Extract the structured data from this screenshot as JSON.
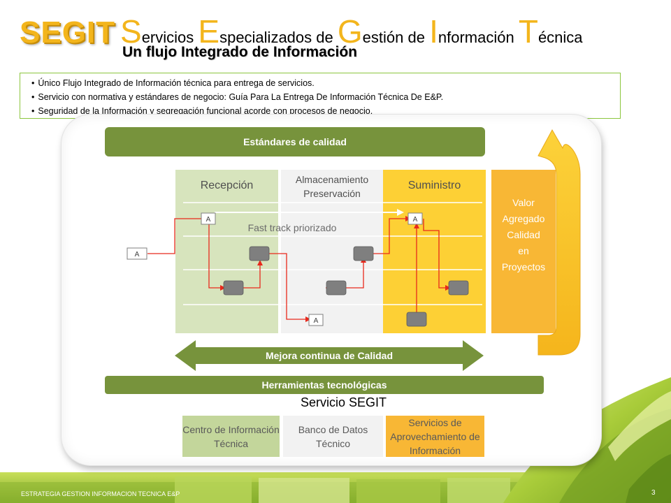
{
  "header": {
    "logo": "SEGIT",
    "title_parts": [
      {
        "cap": "S",
        "rest": "ervicios"
      },
      {
        "cap": "E",
        "rest": "specializados de"
      },
      {
        "cap": "G",
        "rest": "estión de"
      },
      {
        "cap": "I",
        "rest": "nformación"
      },
      {
        "cap": "T",
        "rest": "écnica"
      }
    ],
    "subtitle": "Un flujo Integrado de Información"
  },
  "bullets": [
    "Único Flujo Integrado de Información técnica para entrega de servicios.",
    "Servicio con normativa y estándares de negocio: Guía Para La Entrega De Información Técnica De E&P.",
    "Seguridad de la Información y segregación funcional acorde con procesos de negocio."
  ],
  "diagram": {
    "top_bar": "Estándares de calidad",
    "columns": {
      "recepcion": "Recepción",
      "almacenamiento": "Almacenamiento",
      "preservacion": "Preservación",
      "suministro": "Suministro"
    },
    "valor_lines": [
      "Valor",
      "Agregado",
      "Calidad",
      "en",
      "Proyectos"
    ],
    "fast_track": "Fast track priorizado",
    "node_label": "A",
    "mejora": "Mejora continua de Calidad",
    "herramientas": "Herramientas tecnológicas",
    "servicio": "Servicio SEGIT",
    "service_boxes": [
      "Centro de Información Técnica",
      "Banco de Datos Técnico",
      "Servicios de Aprovechamiento de Información"
    ]
  },
  "footer": {
    "text": "ESTRATEGIA GESTION INFORMACION TECNICA E&P",
    "page": "3"
  },
  "colors": {
    "dark_green": "#77933c",
    "light_green": "#d7e4bd",
    "yellow": "#fdd035",
    "orange": "#f8b735",
    "lime": "#8cc63e",
    "red_line": "#e8291c",
    "node_gray": "#7f7f7f"
  }
}
